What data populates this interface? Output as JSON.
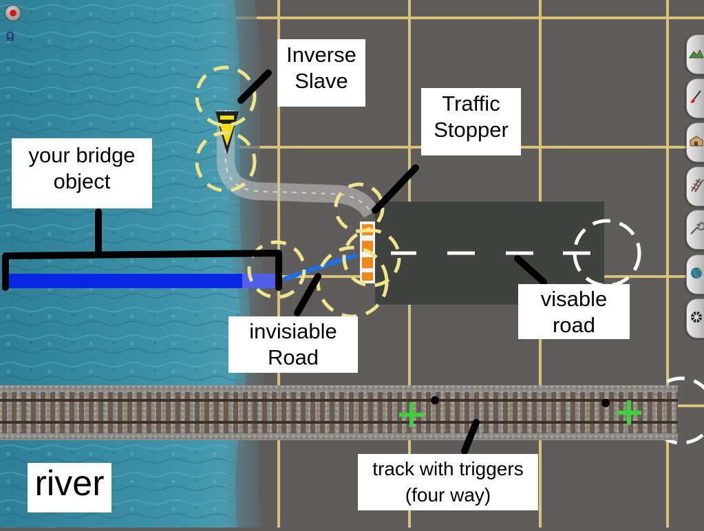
{
  "toolbar": {
    "record_button": "record",
    "omega_label": "Ω"
  },
  "labels": {
    "inverse_slave": [
      "Inverse",
      "Slave"
    ],
    "traffic_stopper": [
      "Traffic",
      "Stopper"
    ],
    "bridge_object": [
      "your bridge",
      "object"
    ],
    "invisible_road": [
      "invisiable",
      "Road"
    ],
    "visible_road": [
      "visable",
      "road"
    ],
    "track_triggers": [
      "track with triggers",
      "(four way)"
    ],
    "river": "river"
  },
  "side_toolbar": [
    {
      "icon": "terrain-icon",
      "label": "Terrain"
    },
    {
      "icon": "paint-brush-icon",
      "label": "Paint"
    },
    {
      "icon": "building-icon",
      "label": "Objects"
    },
    {
      "icon": "track-icon",
      "label": "Track"
    },
    {
      "icon": "wrench-icon",
      "label": "Tools"
    },
    {
      "icon": "globe-icon",
      "label": "Environment"
    },
    {
      "icon": "gear-icon",
      "label": "Settings"
    }
  ],
  "colors": {
    "water": "#3f8fa3",
    "ground": "#5f5d5b",
    "grid": "#e6cf7a",
    "bridge": "#0a27e6",
    "selection": "#f0e58a",
    "trigger": "#3cd23c"
  }
}
